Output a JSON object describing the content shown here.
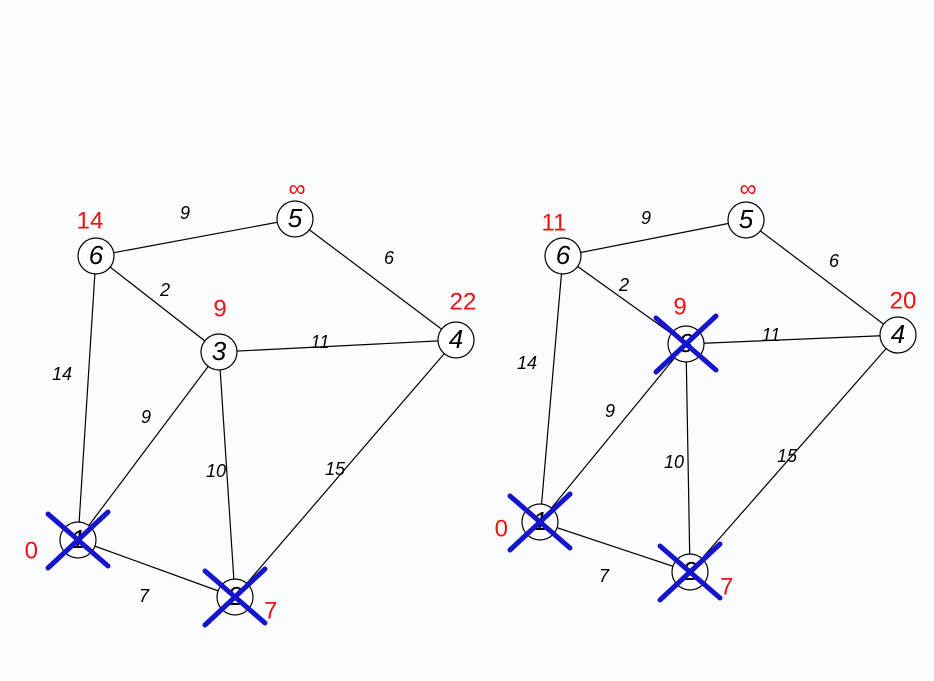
{
  "colors": {
    "distance": "#ee1111",
    "visited_mark": "#1515cc",
    "line": "#000000"
  },
  "graphs": [
    {
      "nodes": [
        {
          "id": "1",
          "distance": "0",
          "visited": true
        },
        {
          "id": "2",
          "distance": "7",
          "visited": true
        },
        {
          "id": "3",
          "distance": "9",
          "visited": false
        },
        {
          "id": "4",
          "distance": "22",
          "visited": false
        },
        {
          "id": "5",
          "distance": "∞",
          "visited": false
        },
        {
          "id": "6",
          "distance": "14",
          "visited": false
        }
      ],
      "edges": [
        {
          "from": "1",
          "to": "2",
          "weight": "7"
        },
        {
          "from": "1",
          "to": "3",
          "weight": "9"
        },
        {
          "from": "1",
          "to": "6",
          "weight": "14"
        },
        {
          "from": "2",
          "to": "3",
          "weight": "10"
        },
        {
          "from": "2",
          "to": "4",
          "weight": "15"
        },
        {
          "from": "3",
          "to": "4",
          "weight": "11"
        },
        {
          "from": "3",
          "to": "6",
          "weight": "2"
        },
        {
          "from": "4",
          "to": "5",
          "weight": "6"
        },
        {
          "from": "5",
          "to": "6",
          "weight": "9"
        }
      ]
    },
    {
      "nodes": [
        {
          "id": "1",
          "distance": "0",
          "visited": true
        },
        {
          "id": "2",
          "distance": "7",
          "visited": true
        },
        {
          "id": "3",
          "distance": "9",
          "visited": true
        },
        {
          "id": "4",
          "distance": "20",
          "visited": false
        },
        {
          "id": "5",
          "distance": "∞",
          "visited": false
        },
        {
          "id": "6",
          "distance": "11",
          "visited": false
        }
      ],
      "edges": [
        {
          "from": "1",
          "to": "2",
          "weight": "7"
        },
        {
          "from": "1",
          "to": "3",
          "weight": "9"
        },
        {
          "from": "1",
          "to": "6",
          "weight": "14"
        },
        {
          "from": "2",
          "to": "3",
          "weight": "10"
        },
        {
          "from": "2",
          "to": "4",
          "weight": "15"
        },
        {
          "from": "3",
          "to": "4",
          "weight": "11"
        },
        {
          "from": "3",
          "to": "6",
          "weight": "2"
        },
        {
          "from": "4",
          "to": "5",
          "weight": "6"
        },
        {
          "from": "5",
          "to": "6",
          "weight": "9"
        }
      ]
    }
  ]
}
